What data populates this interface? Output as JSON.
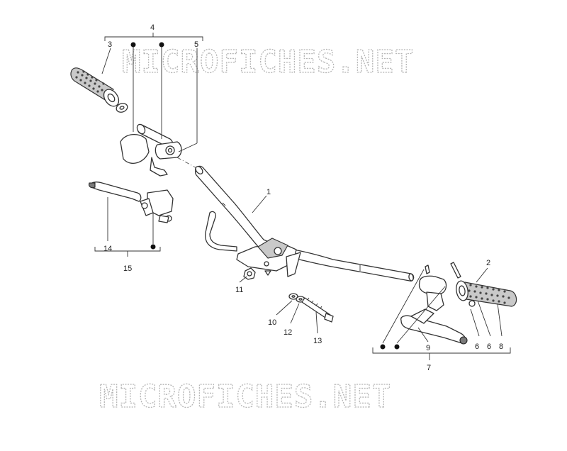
{
  "watermark": {
    "top": "MICROFICHES.NET",
    "bottom": "MICROFICHES.NET"
  },
  "callouts": {
    "c1": "1",
    "c2": "2",
    "c3": "3",
    "c4": "4",
    "c5": "5",
    "c6a": "6",
    "c6b": "6",
    "c7": "7",
    "c8": "8",
    "c9": "9",
    "c10": "10",
    "c11": "11",
    "c12": "12",
    "c13": "13",
    "c14": "14",
    "c15": "15"
  }
}
